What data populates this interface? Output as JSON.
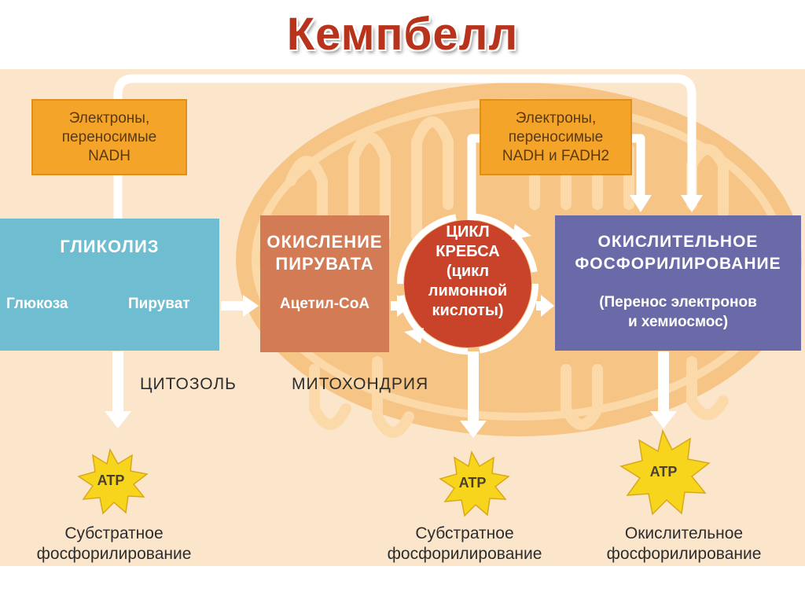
{
  "title": "Кемпбелл",
  "electrons_left": {
    "line1": "Электроны,",
    "line2": "переносимые",
    "line3": "NADH"
  },
  "electrons_right": {
    "line1": "Электроны,",
    "line2": "переносимые",
    "line3": "NADH и FADH2"
  },
  "glycolysis": {
    "title": "ГЛИКОЛИЗ",
    "from": "Глюкоза",
    "to": "Пируват"
  },
  "pyruvate_oxidation": {
    "line1": "ОКИСЛЕНИЕ",
    "line2": "ПИРУВАТА",
    "product": "Ацетил-CoA"
  },
  "krebs": {
    "line1": "ЦИКЛ",
    "line2": "КРЕБСА",
    "line3": "(цикл",
    "line4": "лимонной",
    "line5": "кислоты)"
  },
  "oxphos": {
    "line1": "ОКИСЛИТЕЛЬНОЕ",
    "line2": "ФОСФОРИЛИРОВАНИЕ",
    "line3": "(Перенос электронов",
    "line4": "и хемиосмос)"
  },
  "regions": {
    "cytosol": "ЦИТОЗОЛЬ",
    "mitochondria": "МИТОХОНДРИЯ"
  },
  "atp_label": "ATP",
  "bottom": {
    "left": {
      "line1": "Субстратное",
      "line2": "фосфорилирование"
    },
    "middle": {
      "line1": "Субстратное",
      "line2": "фосфорилирование"
    },
    "right": {
      "line1": "Окислительное",
      "line2": "фосфорилирование"
    }
  },
  "colors": {
    "background": "#fbe6cc",
    "mitochondrion": "#f6c586",
    "glycolysis": "#6fbdd1",
    "pyruvate_oxidation": "#d27b55",
    "krebs": "#c9432a",
    "oxphos": "#6b6aa8",
    "electrons": "#f5a42a",
    "atp_star": "#f7d51d",
    "title": "#b8331c"
  }
}
